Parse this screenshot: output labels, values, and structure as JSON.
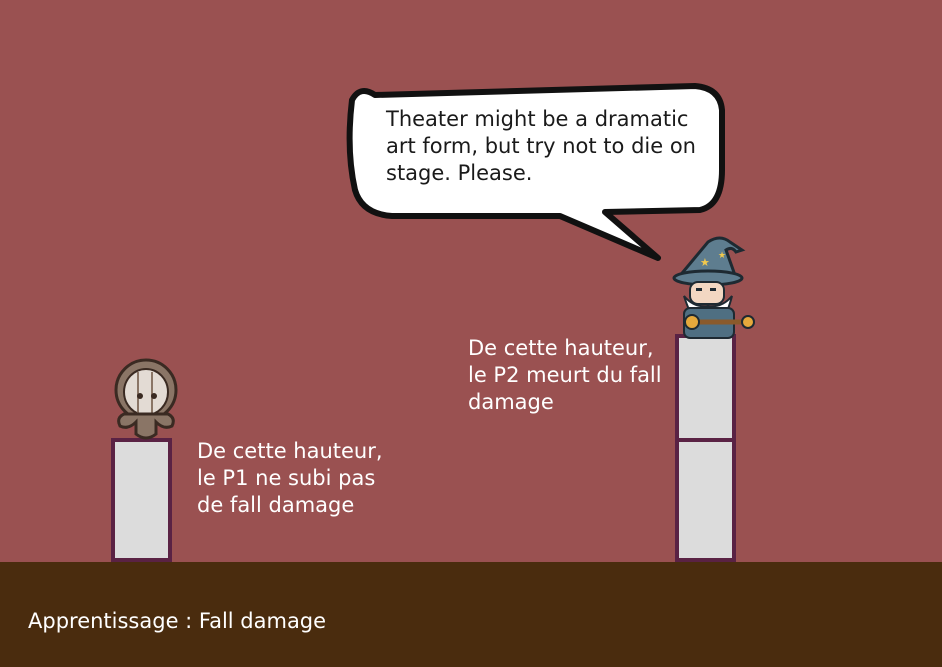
{
  "dialogue": {
    "text": "Theater might be a dramatic art form, but try not to die on stage. Please."
  },
  "notes": {
    "p1": "De cette hauteur,\nle P1 ne subi pas\nde fall damage",
    "p2": "De cette hauteur,\nle P2 meurt du fall\ndamage"
  },
  "level": {
    "title": "Apprentissage : Fall damage"
  },
  "characters": {
    "p1": "wooden-puppet-icon",
    "p2": "wizard-icon"
  },
  "colors": {
    "background": "#9a5151",
    "ground": "#4a2c0e",
    "block_fill": "#dcdcdc",
    "block_border": "#5a2244"
  }
}
